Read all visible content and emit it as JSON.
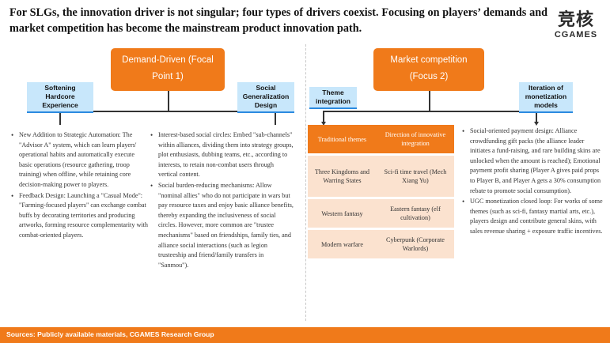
{
  "headline": "For SLGs, the innovation driver is not singular; four types of drivers coexist. Focusing on players’ demands and market competition has become the mainstream product innovation path.",
  "logo": {
    "cn": "竞核",
    "en": "CGAMES"
  },
  "left": {
    "main_box": {
      "line1": "Demand-Driven (Focal",
      "line2": "Point 1)"
    },
    "chip_a": {
      "line1": "Softening",
      "line2": "Hardcore",
      "line3": "Experience"
    },
    "chip_b": {
      "line1": "Social",
      "line2": "Generalization",
      "line3": "Design"
    },
    "col_a": [
      "New Addition to Strategic Automation: The \"Advisor A\" system, which can learn players' operational habits and automatically execute basic operations (resource gathering, troop training) when offline, while retaining core decision-making power to players.",
      "Feedback Design: Launching a \"Casual Mode\": \"Farming-focused players\" can exchange combat buffs by decorating territories and producing artworks, forming resource complementarity with combat-oriented players."
    ],
    "col_b": [
      "Interest-based social circles: Embed \"sub-channels\" within alliances, dividing them into strategy groups, plot enthusiasts, dubbing teams, etc., according to interests, to retain non-combat users through vertical content.",
      "Social burden-reducing mechanisms: Allow \"nominal allies\" who do not participate in wars but pay resource taxes and enjoy basic alliance benefits, thereby expanding the inclusiveness of social circles. However, more common are \"trustee mechanisms\" based on friendships, family ties, and alliance social interactions (such as legion trusteeship and friend/family transfers in \"Sanmou\")."
    ]
  },
  "right": {
    "main_box": {
      "line1": "Market competition",
      "line2": "(Focus 2)"
    },
    "chip_a": {
      "line1": "Theme",
      "line2": "integration"
    },
    "chip_b": {
      "line1": "Iteration of",
      "line2": "monetization",
      "line3": "models"
    },
    "table": {
      "headers": [
        "Traditional themes",
        "Direction of innovative integration"
      ],
      "rows": [
        [
          "Three Kingdoms and Warring States",
          "Sci-fi time travel (Mech Xiang Yu)"
        ],
        [
          "Western fantasy",
          "Eastern fantasy (elf cultivation)"
        ],
        [
          "Modern warfare",
          "Cyberpunk (Corporate Warlords)"
        ]
      ]
    },
    "col_b": [
      "Social-oriented payment design: Alliance crowdfunding gift packs (the alliance leader initiates a fund-raising, and rare building skins are unlocked when the amount is reached); Emotional payment profit sharing (Player A gives paid props to Player B, and Player A gets a 30% consumption rebate to promote social consumption).",
      "UGC monetization closed loop: For works of some themes (such as sci-fi, fantasy martial arts, etc.), players design and contribute general skins, with sales revenue sharing + exposure traffic incentives."
    ]
  },
  "footer": "Sources: Publicly available materials, CGAMES Research Group",
  "colors": {
    "accent": "#f07a1a",
    "chip": "#c8e7fb",
    "chip_border": "#2b8ae0",
    "table_row": "#fbe2cf"
  }
}
